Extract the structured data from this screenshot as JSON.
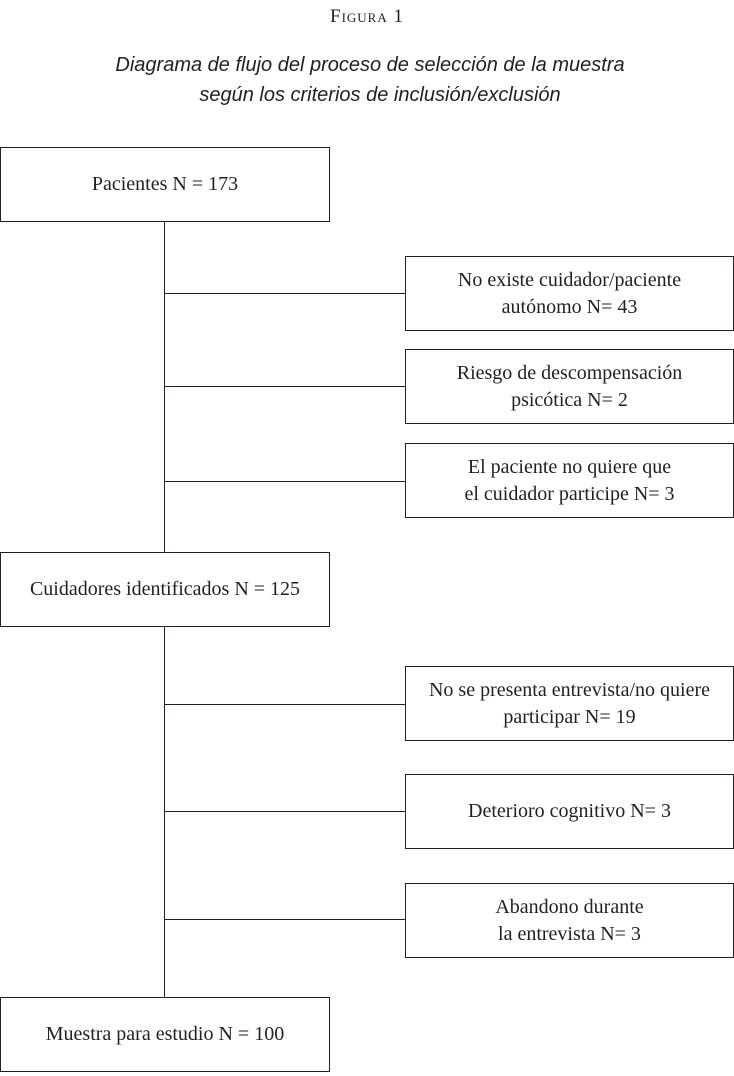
{
  "figure": {
    "label": "Figura 1",
    "caption_line1": "Diagrama de flujo del proceso de selección de la muestra",
    "caption_line2": "según los criterios de inclusión/exclusión"
  },
  "main_boxes": {
    "pacientes": "Pacientes N = 173",
    "cuidadores": "Cuidadores identificados   N = 125",
    "muestra": "Muestra para estudio   N = 100"
  },
  "exclusions_stage1": [
    "No existe cuidador/paciente\nautónomo    N= 43",
    "Riesgo de descompensación\npsicótica    N= 2",
    "El paciente no quiere que\nel cuidador participe  N= 3"
  ],
  "exclusions_stage2": [
    "No se presenta entrevista/no quiere\nparticipar  N= 19",
    "Deterioro cognitivo  N= 3",
    "Abandono durante\nla entrevista   N= 3"
  ]
}
